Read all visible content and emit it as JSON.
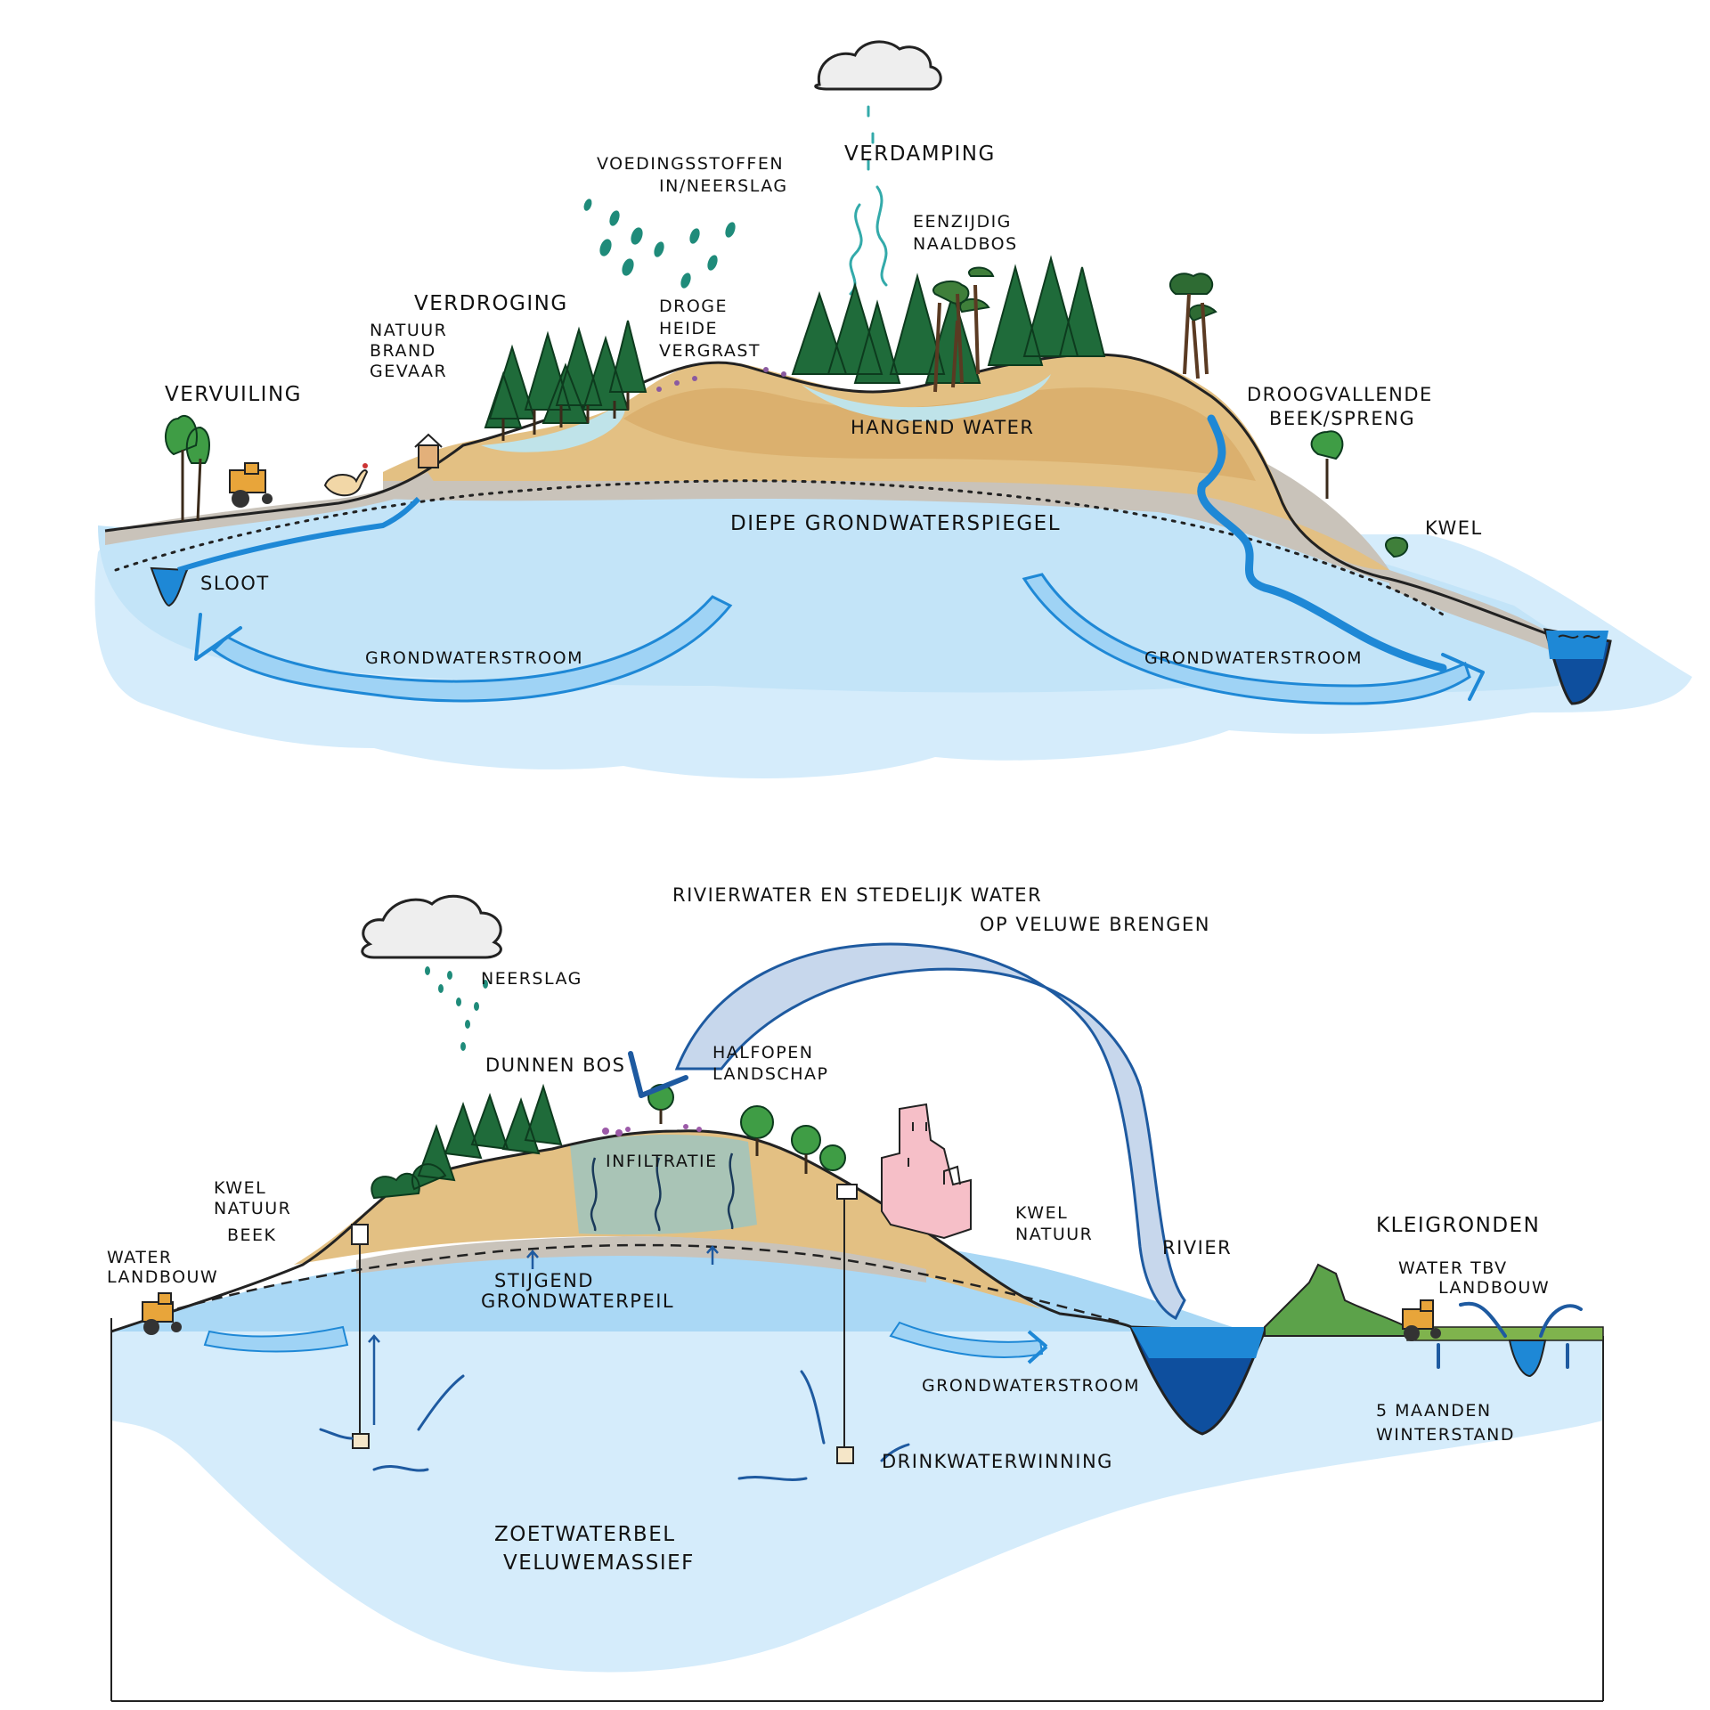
{
  "top_section": {
    "labels": {
      "voedingsstoffen_1": "VOEDINGSSTOFFEN",
      "voedingsstoffen_2": "IN/NEERSLAG",
      "verdamping": "VERDAMPING",
      "eenzijdig_1": "EENZIJDIG",
      "eenzijdig_2": "NAALDBOS",
      "verdroging": "VERDROGING",
      "natuur_brand_1": "NATUUR",
      "natuur_brand_2": "BRAND",
      "natuur_brand_3": "GEVAAR",
      "droge_heide_1": "DROGE",
      "droge_heide_2": "HEIDE",
      "droge_heide_3": "VERGRAST",
      "vervuiling": "VERVUILING",
      "droogvallende_1": "DROOGVALLENDE",
      "droogvallende_2": "BEEK/SPRENG",
      "hangend_water": "HANGEND WATER",
      "diepe_grondwaterspiegel": "DIEPE GRONDWATERSPIEGEL",
      "kwel": "KWEL",
      "sloot": "SLOOT",
      "grondwaterstroom_left": "GRONDWATERSTROOM",
      "grondwaterstroom_right": "GRONDWATERSTROOM"
    }
  },
  "bottom_section": {
    "labels": {
      "rivierwater_1": "RIVIERWATER EN STEDELIJK WATER",
      "rivierwater_2": "OP VELUWE BRENGEN",
      "neerslag": "NEERSLAG",
      "dunnen_bos": "DUNNEN BOS",
      "halfopen_1": "HALFOPEN",
      "halfopen_2": "LANDSCHAP",
      "infiltratie": "INFILTRATIE",
      "kwel_natuur_beek_1": "KWEL",
      "kwel_natuur_beek_2": "NATUUR",
      "kwel_natuur_beek_3": "BEEK",
      "water_landbouw_1": "WATER",
      "water_landbouw_2": "LANDBOUW",
      "stijgend_1": "STIJGEND",
      "stijgend_2": "GRONDWATERPEIL",
      "kwel_natuur_right_1": "KWEL",
      "kwel_natuur_right_2": "NATUUR",
      "rivier": "RIVIER",
      "kleigronden": "KLEIGRONDEN",
      "water_tbv_1": "WATER TBV",
      "water_tbv_2": "LANDBOUW",
      "grondwaterstroom": "GRONDWATERSTROOM",
      "vijf_maanden_1": "5 MAANDEN",
      "vijf_maanden_2": "WINTERSTAND",
      "drinkwaterwinning": "DRINKWATERWINNING",
      "zoetwaterbel_1": "ZOETWATERBEL",
      "zoetwaterbel_2": "VELUWEMASSIEF"
    }
  },
  "colors": {
    "groundwater_light": "#d5ecfb",
    "groundwater_mid": "#aad8f5",
    "water_blue": "#1e88d6",
    "deep_water": "#0e4f9e",
    "sand": "#e3c083",
    "sand_dark": "#d7a965",
    "clay_grey": "#c9c3ba",
    "forest_green": "#1f6b3a",
    "tree_light": "#3f9d45",
    "city_pink": "#f6bfc8",
    "arc_fill": "#c7d7ec"
  }
}
